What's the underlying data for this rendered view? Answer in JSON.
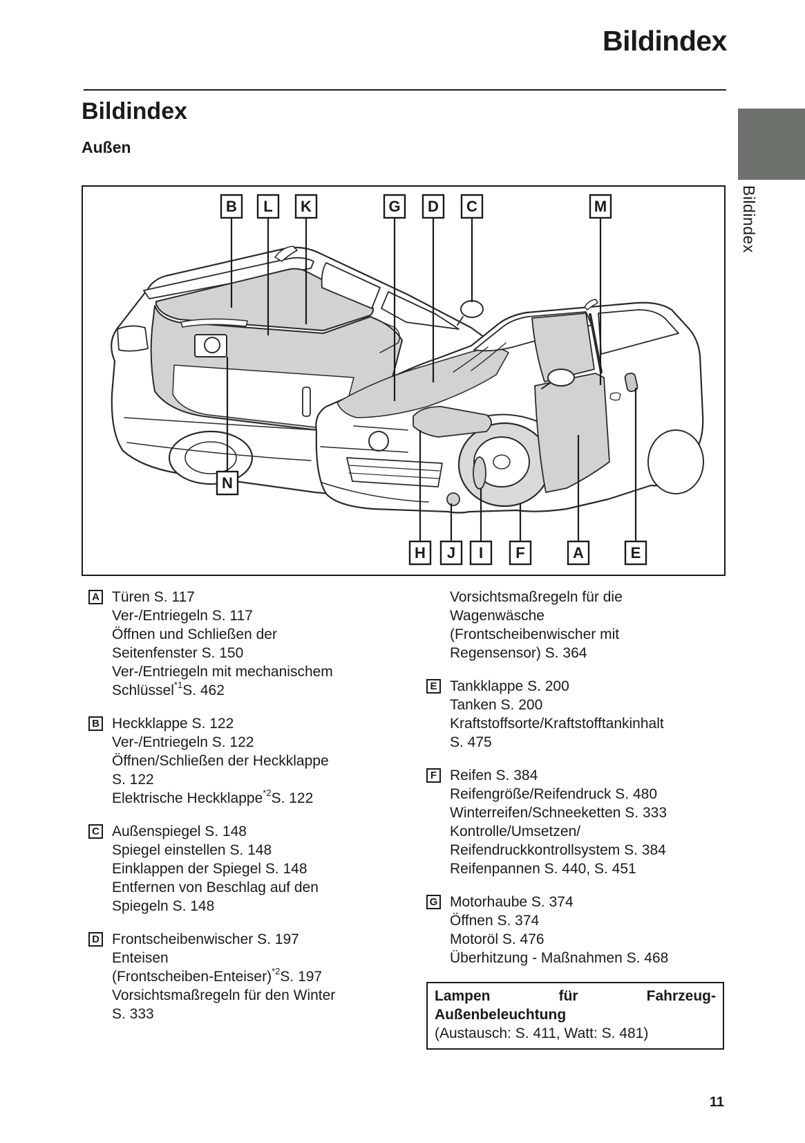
{
  "header": {
    "title": "Bildindex"
  },
  "section": {
    "title": "Bildindex",
    "subtitle": "Außen"
  },
  "side_tab": {
    "label": "Bildindex",
    "color": "#6d726d"
  },
  "diagram": {
    "labels": [
      "B",
      "L",
      "K",
      "G",
      "D",
      "C",
      "M",
      "N",
      "H",
      "J",
      "I",
      "F",
      "A",
      "E"
    ],
    "fill_color": "#d2d2d2",
    "line_color": "#2a2a2a"
  },
  "index": {
    "left_column": [
      {
        "letter": "A",
        "lines": [
          "Türen S. 117",
          "Ver-/Entriegeln S. 117",
          "Öffnen und Schließen der",
          "Seitenfenster S. 150",
          "Ver-/Entriegeln mit mechanischem",
          [
            "Schlüssel",
            {
              "sup": "*1"
            },
            "S. 462"
          ]
        ]
      },
      {
        "letter": "B",
        "lines": [
          "Heckklappe S. 122",
          "Ver-/Entriegeln S. 122",
          "Öffnen/Schließen der Heckklappe",
          "S. 122",
          [
            "Elektrische Heckklappe",
            {
              "sup": "*2"
            },
            "S. 122"
          ]
        ]
      },
      {
        "letter": "C",
        "lines": [
          "Außenspiegel S. 148",
          "Spiegel einstellen S. 148",
          "Einklappen der Spiegel S. 148",
          "Entfernen von Beschlag auf den",
          "Spiegeln S. 148"
        ]
      },
      {
        "letter": "D",
        "lines": [
          "Frontscheibenwischer S. 197",
          "Enteisen",
          [
            "(Frontscheiben-Enteiser)",
            {
              "sup": "*2"
            },
            "S. 197"
          ],
          "Vorsichtsmaßregeln für den Winter",
          "S. 333"
        ]
      }
    ],
    "right_column": [
      {
        "letter": null,
        "lines": [
          "Vorsichtsmaßregeln für die",
          "Wagenwäsche",
          "(Frontscheibenwischer mit",
          "Regensensor) S. 364"
        ]
      },
      {
        "letter": "E",
        "lines": [
          "Tankklappe S. 200",
          "Tanken S. 200",
          "Kraftstoffsorte/Kraftstofftankinhalt",
          "S. 475"
        ]
      },
      {
        "letter": "F",
        "lines": [
          "Reifen S. 384",
          "Reifengröße/Reifendruck S. 480",
          "Winterreifen/Schneeketten S. 333",
          "Kontrolle/Umsetzen/",
          "Reifendruckkontrollsystem S. 384",
          "Reifenpannen S. 440, S. 451"
        ]
      },
      {
        "letter": "G",
        "lines": [
          "Motorhaube S. 374",
          "Öffnen S. 374",
          "Motoröl S. 476",
          "Überhitzung - Maßnahmen S. 468"
        ]
      }
    ]
  },
  "note_box": {
    "title_justified_words": [
      "Lampen",
      "für",
      "Fahrzeug-"
    ],
    "title_line2": "Außenbeleuchtung",
    "detail": "(Austausch: S. 411, Watt: S. 481)"
  },
  "footer": {
    "page_number": "11"
  }
}
